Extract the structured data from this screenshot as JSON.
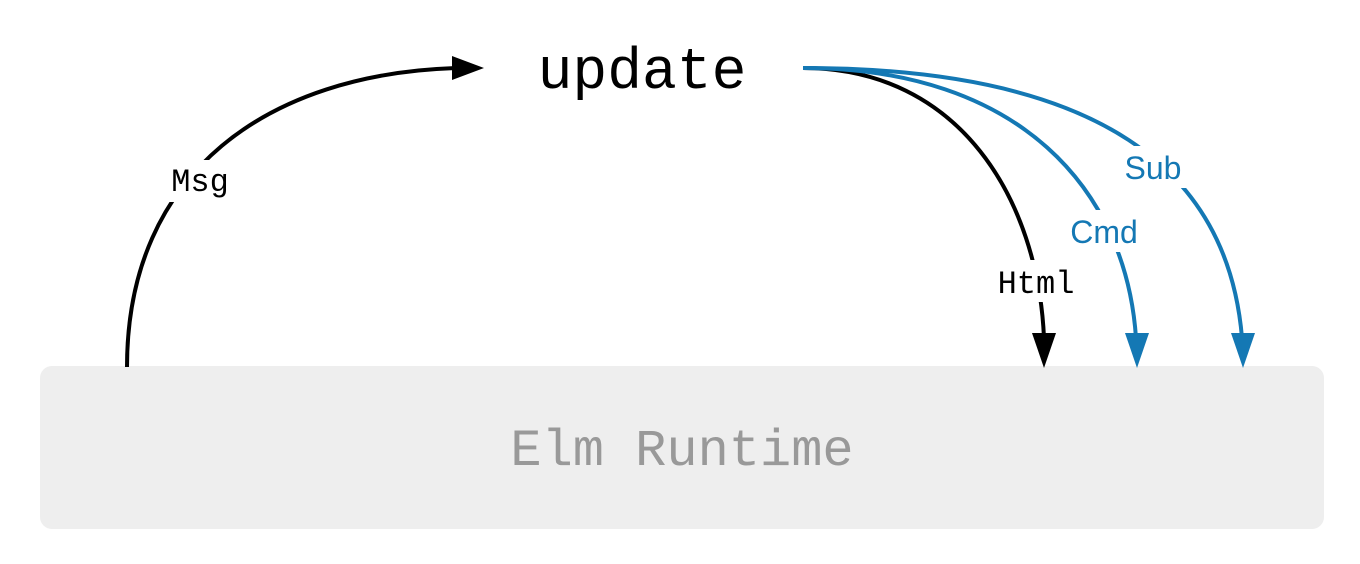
{
  "nodes": {
    "update": {
      "label": "update"
    },
    "runtime": {
      "label": "Elm Runtime"
    }
  },
  "edges": {
    "msg": {
      "label": "Msg"
    },
    "html": {
      "label": "Html"
    },
    "cmd": {
      "label": "Cmd"
    },
    "sub": {
      "label": "Sub"
    }
  },
  "colors": {
    "primary": "#000000",
    "accent": "#1478b4",
    "runtime_fill": "#eeeeee",
    "runtime_text": "#999999"
  }
}
